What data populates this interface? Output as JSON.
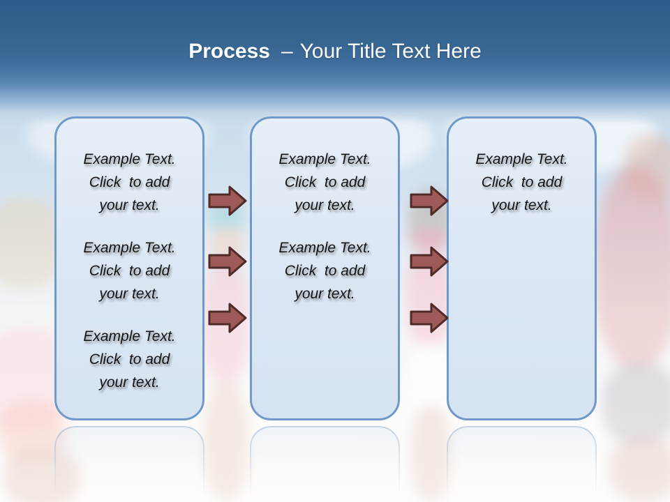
{
  "title": {
    "keyword": "Process",
    "separator": "–",
    "text": "Your Title Text Here"
  },
  "boxes": [
    {
      "paragraphs": [
        "Example Text.\nClick  to add\nyour text.",
        "Example Text.\nClick  to add\nyour text.",
        "Example Text.\nClick  to add\nyour text."
      ]
    },
    {
      "paragraphs": [
        "Example Text.\nClick  to add\nyour text.",
        "Example Text.\nClick  to add\nyour text."
      ]
    },
    {
      "paragraphs": [
        "Example Text.\nClick  to add\nyour text."
      ]
    }
  ],
  "colors": {
    "header_top": "#2e5c8b",
    "header_mid": "#4a7aab",
    "box_fill": "#dce8f4",
    "box_border": "#6e99c8",
    "arrow_fill": "#9d5a56",
    "arrow_border": "#4e2a28",
    "title_color": "#ffffff",
    "text_color": "#141414"
  }
}
